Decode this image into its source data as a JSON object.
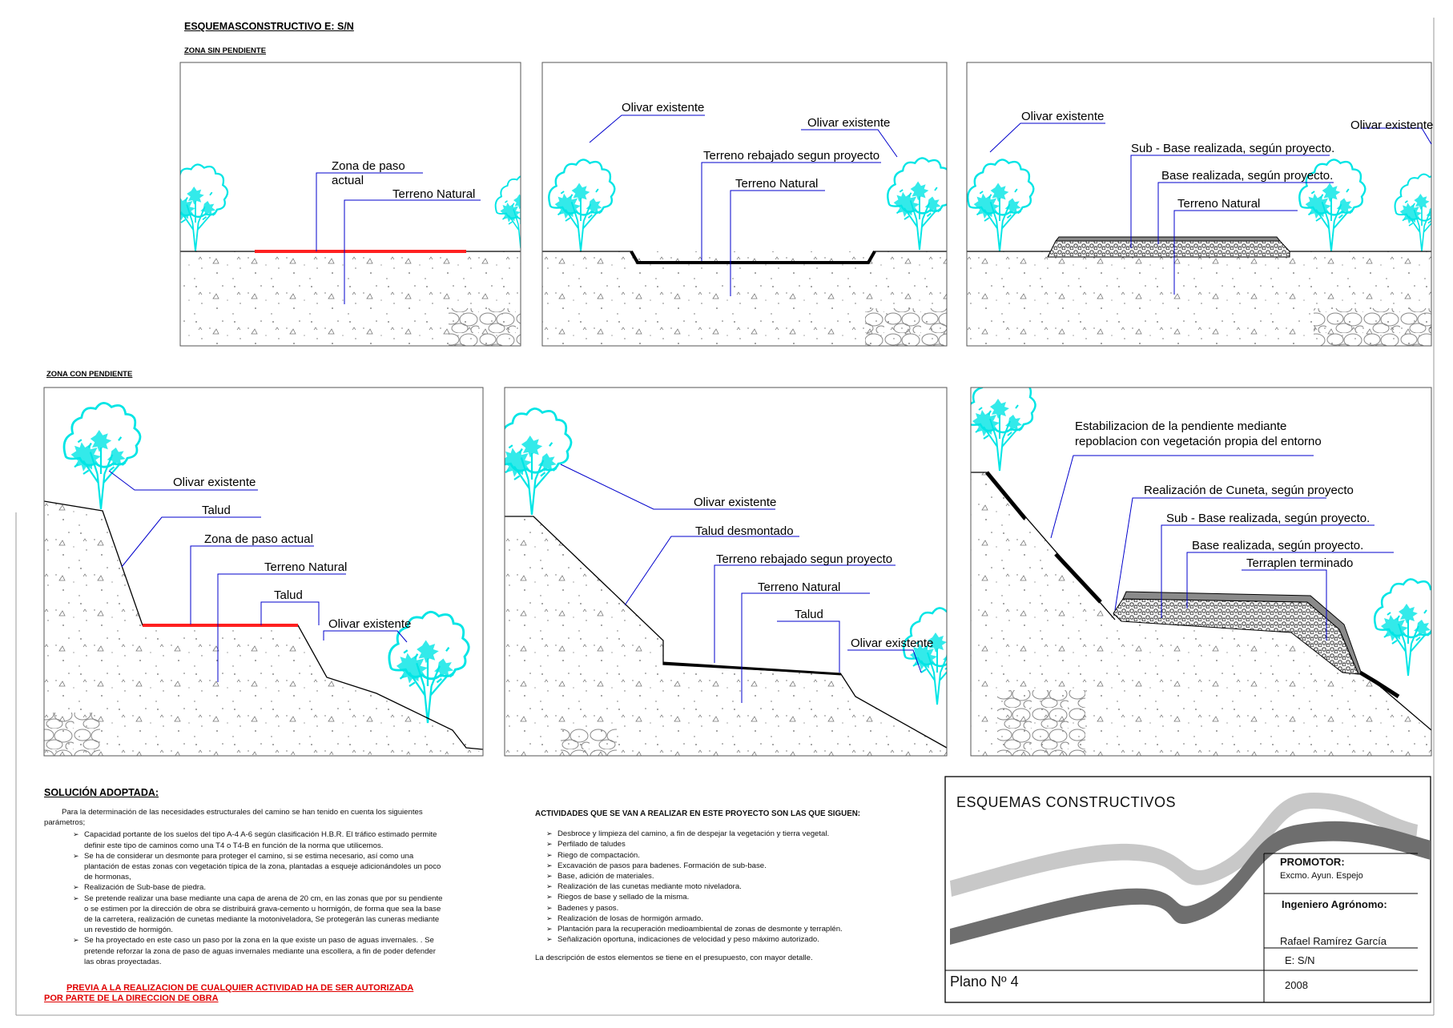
{
  "header": {
    "title": "ESQUEMASCONSTRUCTIVO E: S/N",
    "zone_flat": "ZONA SIN PENDIENTE",
    "zone_slope": "ZONA CON PENDIENTE"
  },
  "panels": {
    "p1": {
      "label_zona_a": "Zona de paso",
      "label_zona_b": "actual",
      "label_terreno": "Terreno Natural"
    },
    "p2": {
      "label_olivar1": "Olivar existente",
      "label_olivar2": "Olivar existente",
      "label_rebajado": "Terreno rebajado segun proyecto",
      "label_terreno": "Terreno Natural"
    },
    "p3": {
      "label_olivar1": "Olivar existente",
      "label_olivar2": "Olivar existente",
      "label_subbase": "Sub - Base realizada, según proyecto.",
      "label_base": "Base realizada, según proyecto.",
      "label_terreno": "Terreno Natural"
    },
    "p4": {
      "label_olivar1": "Olivar existente",
      "label_talud1": "Talud",
      "label_zona": "Zona de paso actual",
      "label_terreno": "Terreno Natural",
      "label_talud2": "Talud",
      "label_olivar2": "Olivar existente"
    },
    "p5": {
      "label_olivar1": "Olivar existente",
      "label_talud_desm": "Talud desmontado",
      "label_rebajado": "Terreno rebajado segun proyecto",
      "label_terreno": "Terreno Natural",
      "label_talud": "Talud",
      "label_olivar2": "Olivar existente"
    },
    "p6": {
      "label_estab_a": "Estabilizacion de la pendiente mediante",
      "label_estab_b": "repoblacion con vegetación propia del entorno",
      "label_cuneta": "Realización de Cuneta, según proyecto",
      "label_subbase": "Sub - Base realizada, según proyecto.",
      "label_base": "Base realizada, según proyecto.",
      "label_terraplen": "Terraplen terminado"
    }
  },
  "solucion": {
    "heading": "SOLUCIÓN ADOPTADA:",
    "intro": "Para la determinación de las necesidades estructurales del camino se han tenido en cuenta los siguientes parámetros;",
    "items": [
      "Capacidad portante de los suelos del tipo A-4 A-6 según clasificación H.B.R. El tráfico estimado permite definir este tipo de caminos como una T4 o T4-B en función de la norma que utilicemos.",
      "Se ha de considerar un desmonte para proteger el camino, si se estima necesario, así como una plantación de estas zonas con vegetación típica de la zona, plantadas a esqueje adicionándoles un poco de hormonas,",
      "Realización de Sub-base de piedra.",
      "Se pretende realizar una base mediante una capa de arena de 20 cm, en las zonas que por su pendiente o se estimen por la dirección de obra se distribuirá grava-cemento u hormigón, de forma que sea la base de la carretera, realización de cunetas mediante la motoniveladora, Se protegerán las cuneras mediante un revestido de hormigón.",
      "Se ha proyectado en este caso un paso por la zona en la que existe un paso de aguas invernales. . Se pretende reforzar la zona de paso de aguas invernales mediante una escollera, a fin de poder defender las obras proyectadas."
    ],
    "warning_1": "PREVIA A LA REALIZACION DE CUALQUIER ACTIVIDAD HA DE SER AUTORIZADA",
    "warning_2": "POR PARTE DE LA DIRECCION DE OBRA"
  },
  "actividades": {
    "heading": "ACTIVIDADES QUE SE VAN A REALIZAR EN ESTE PROYECTO SON LAS QUE SIGUEN:",
    "items": [
      "Desbroce y limpieza del camino, a fin de despejar la vegetación y tierra vegetal.",
      "Perfilado de taludes",
      "Riego de compactación.",
      "Excavación de pasos para badenes. Formación de sub-base.",
      "Base, adición de materiales.",
      "Realización de las cunetas mediante moto niveladora.",
      "Riegos de base y sellado de la misma.",
      "Badenes y pasos.",
      "Realización de losas de hormigón armado.",
      "Plantación para la recuperación medioambiental de zonas de desmonte y terraplén.",
      "Señalización oportuna, indicaciones de velocidad y peso máximo autorizado."
    ],
    "footer": "La descripción de estos elementos se tiene en el presupuesto, con mayor detalle."
  },
  "title_block": {
    "title": "ESQUEMAS CONSTRUCTIVOS",
    "promotor_label": "PROMOTOR:",
    "promotor_value": "Excmo. Ayun. Espejo",
    "ingeniero_label": "Ingeniero Agrónomo:",
    "ingeniero_value": "Rafael Ramírez García",
    "escala": "E: S/N",
    "plano": "Plano Nº 4",
    "year": "2008"
  },
  "colors": {
    "tree": "#00e5e5",
    "leader": "#0000cc",
    "road_flat": "#ff2020",
    "warning": "#e00000"
  }
}
